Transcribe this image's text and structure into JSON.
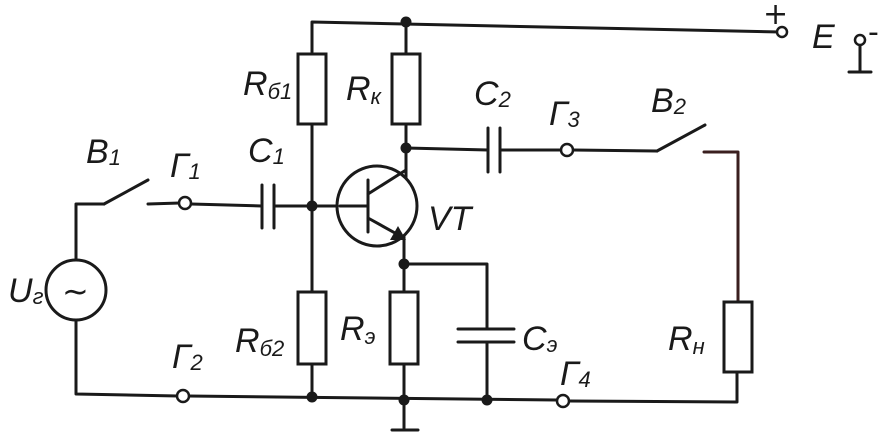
{
  "labels": {
    "plus": "+",
    "minus": "-",
    "E": "E",
    "Rb1_main": "R",
    "Rb1_sub": "б1",
    "Rk_main": "R",
    "Rk_sub": "к",
    "C2_main": "C",
    "C2_sub": "2",
    "G3_main": "Г",
    "G3_sub": "3",
    "B2_main": "B",
    "B2_sub": "2",
    "B1_main": "B",
    "B1_sub": "1",
    "G1_main": "Г",
    "G1_sub": "1",
    "C1_main": "C",
    "C1_sub": "1",
    "VT": "VT",
    "Ug_main": "U",
    "Ug_sub": "г",
    "tilde": "~",
    "Rb2_main": "R",
    "Rb2_sub": "б2",
    "Re_main": "R",
    "Re_sub": "э",
    "Ce_main": "C",
    "Ce_sub": "э",
    "G2_main": "Г",
    "G2_sub": "2",
    "G4_main": "Г",
    "G4_sub": "4",
    "Rn_main": "R",
    "Rn_sub": "н"
  }
}
